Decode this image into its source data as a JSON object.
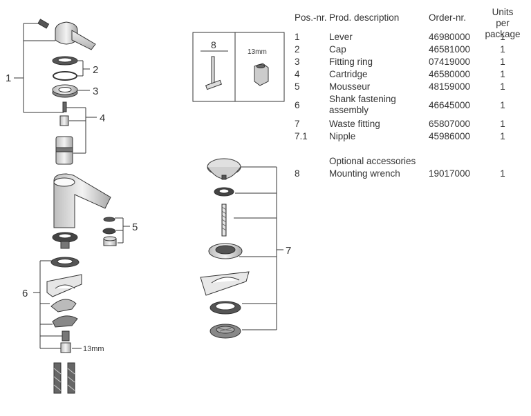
{
  "table": {
    "headers": {
      "pos": "Pos.-nr.",
      "desc": "Prod. description",
      "order": "Order-nr.",
      "units_line1": "Units per",
      "units_line2": "package"
    },
    "rows": [
      {
        "pos": "1",
        "desc": "Lever",
        "order": "46980000",
        "units": "1"
      },
      {
        "pos": "2",
        "desc": "Cap",
        "order": "46581000",
        "units": "1"
      },
      {
        "pos": "3",
        "desc": "Fitting ring",
        "order": "07419000",
        "units": "1"
      },
      {
        "pos": "4",
        "desc": "Cartridge",
        "order": "46580000",
        "units": "1"
      },
      {
        "pos": "5",
        "desc": "Mousseur",
        "order": "48159000",
        "units": "1"
      },
      {
        "pos": "6",
        "desc": "Shank fastening assembly",
        "order": "46645000",
        "units": "1"
      },
      {
        "pos": "7",
        "desc": "Waste fitting",
        "order": "65807000",
        "units": "1"
      },
      {
        "pos": "7.1",
        "desc": "Nipple",
        "order": "45986000",
        "units": "1"
      }
    ],
    "optional_header": "Optional accessories",
    "optional_rows": [
      {
        "pos": "8",
        "desc": "Mounting wrench",
        "order": "19017000",
        "units": "1"
      }
    ]
  },
  "callouts": {
    "c1": "1",
    "c2": "2",
    "c3": "3",
    "c4": "4",
    "c5": "5",
    "c6": "6",
    "c7": "7",
    "wrench_box_num": "8",
    "wrench_box_size": "13mm",
    "nut_size": "13mm"
  },
  "colors": {
    "line": "#333333",
    "part_fill": "#e8e8e8",
    "part_dark": "#9a9a9a",
    "text": "#333333"
  }
}
